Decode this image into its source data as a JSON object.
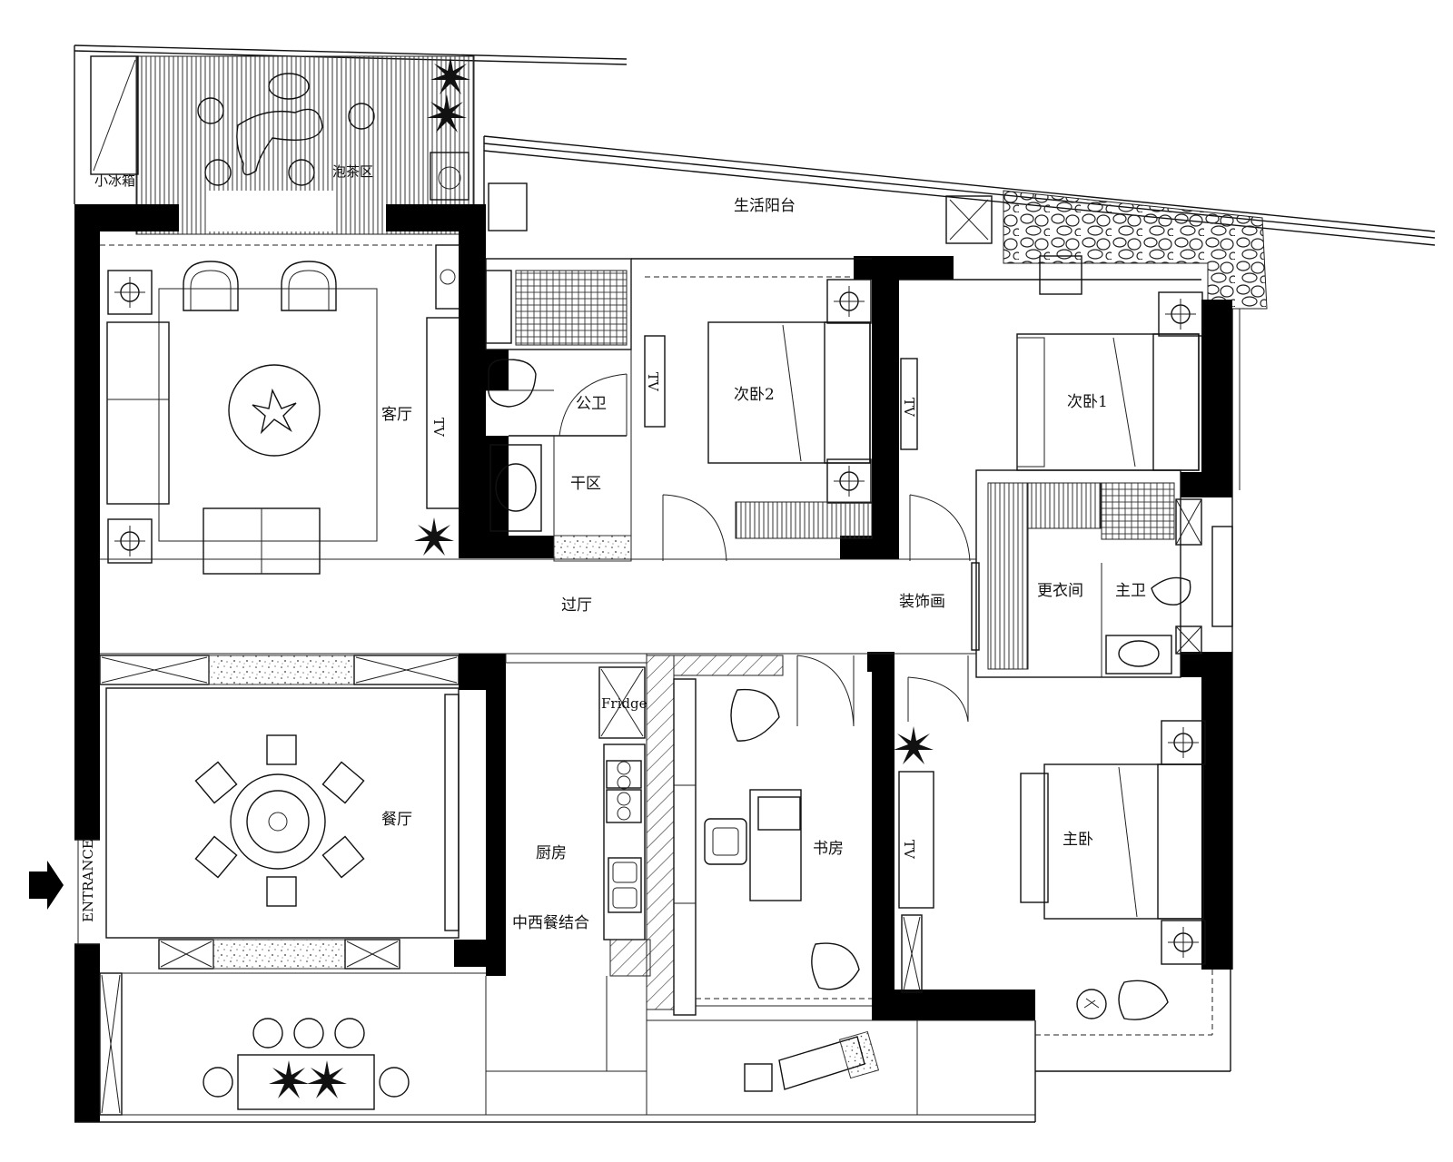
{
  "rooms": {
    "mini_fridge": "小冰箱",
    "tea_area": "泡茶区",
    "utility_balcony": "生活阳台",
    "living_room": "客厅",
    "public_bath": "公卫",
    "laundry_area": "干区",
    "bedroom2": "次卧2",
    "bedroom1": "次卧1",
    "hallway": "过厅",
    "decor_painting": "装饰画",
    "dressing_room": "更衣间",
    "master_bath": "主卫",
    "dining_room": "餐厅",
    "kitchen": "厨房",
    "kitchen_sub": "中西餐结合",
    "fridge": "Fridge",
    "study": "书房",
    "master_bedroom": "主卧",
    "tv1": "TV",
    "tv2": "TV",
    "tv3": "TV",
    "tv4": "TV"
  },
  "entrance": "ENTRANCE",
  "colors": {
    "wall": "#000000",
    "line": "#111111",
    "background": "#ffffff"
  }
}
